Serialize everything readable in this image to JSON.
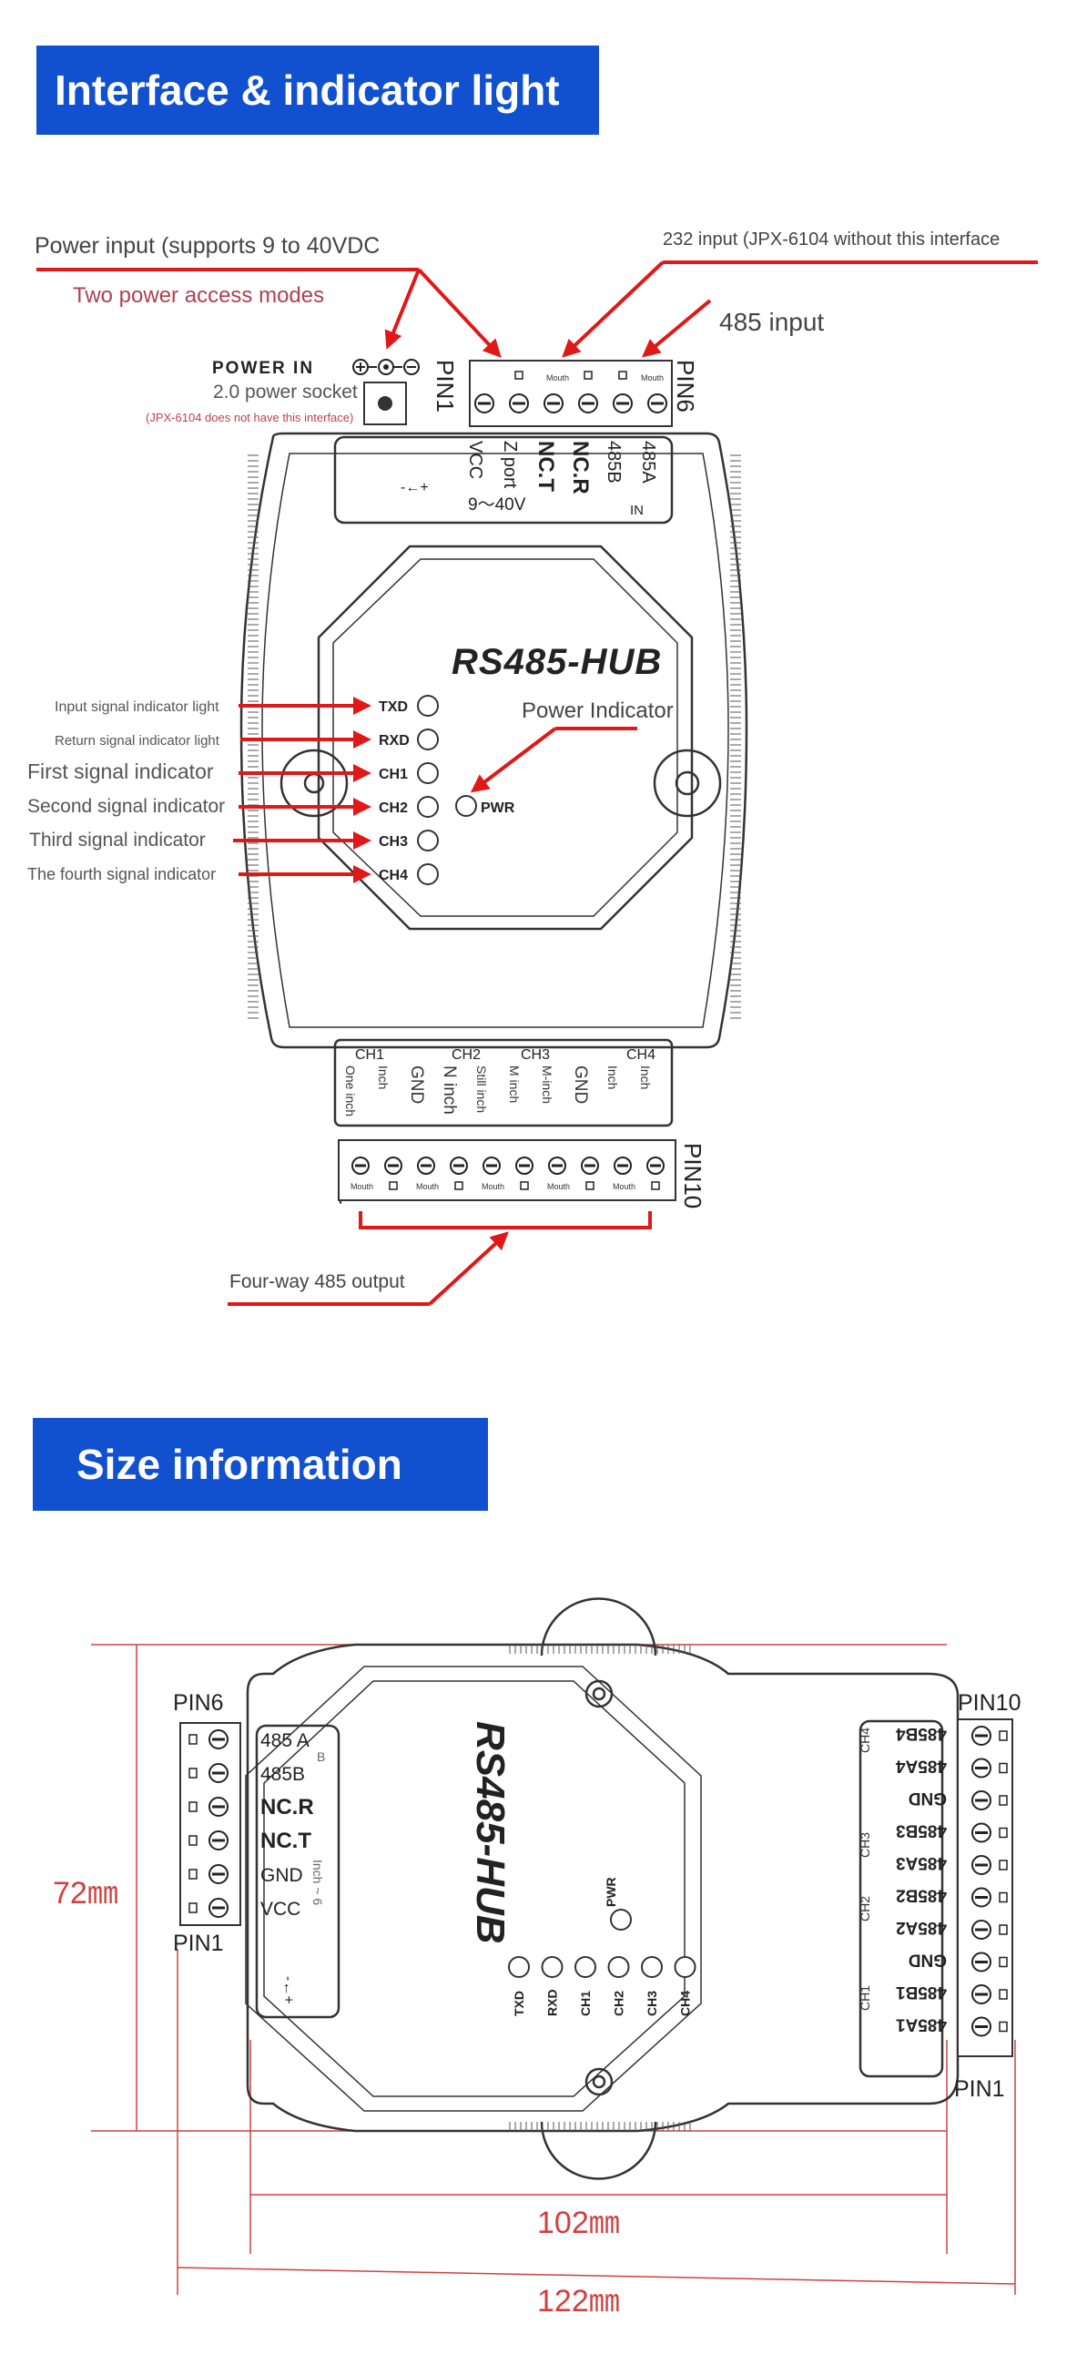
{
  "banners": {
    "interface": "Interface & indicator light",
    "size": "Size information"
  },
  "top_callouts": {
    "power_input": "Power input (supports 9 to 40VDC",
    "two_modes": "Two power access modes",
    "rs232_input": "232 input (JPX-6104 without this interface",
    "rs485_input": "485 input",
    "power_in": "POWER IN",
    "power_socket": "2.0 power socket",
    "socket_note": "(JPX-6104 does not have this interface)",
    "four_way": "Four-way 485 output",
    "power_indicator": "Power Indicator"
  },
  "device": {
    "name": "RS485-HUB",
    "pin1": "PIN1",
    "pin6": "PIN6",
    "pin10": "PIN10",
    "mouth": "Mouth",
    "voltage": "9～40V",
    "top_terminals": [
      "VCC",
      "Z port",
      "NC.T",
      "NC.R",
      "485B",
      "485A"
    ],
    "in_label": "IN",
    "leds": [
      "TXD",
      "RXD",
      "CH1",
      "CH2",
      "CH3",
      "CH4"
    ],
    "pwr": "PWR",
    "ch_groups": [
      "CH1",
      "CH2",
      "CH3",
      "CH4"
    ],
    "bottom_terminals": [
      "One inch",
      "Inch",
      "GND",
      "N inch",
      "Still inch",
      "M inch",
      "M-inch",
      "GND",
      "Inch",
      "Inch"
    ]
  },
  "led_callouts": [
    "Input signal indicator light",
    "Return signal indicator light",
    "First signal indicator",
    "Second signal indicator",
    "Third signal indicator",
    "The fourth signal indicator"
  ],
  "size": {
    "left_terminals": [
      "485 A",
      "485B",
      "NC.R",
      "NC.T",
      "GND",
      "VCC"
    ],
    "left_b": "B",
    "left_note": "Inch ~ 6",
    "right_terminals": [
      "485B4",
      "485A4",
      "GND",
      "485B3",
      "485A3",
      "485B2",
      "485A2",
      "GND",
      "485B1",
      "485A1"
    ],
    "right_groups": [
      "CH4",
      "CH3",
      "CH2",
      "CH1"
    ],
    "dim_height": "72㎜",
    "dim_inner_width": "102㎜",
    "dim_outer_width": "122㎜"
  },
  "colors": {
    "banner": "#1150cf",
    "arrow": "#e01818",
    "dimension": "#d04040",
    "outline": "#333333"
  }
}
